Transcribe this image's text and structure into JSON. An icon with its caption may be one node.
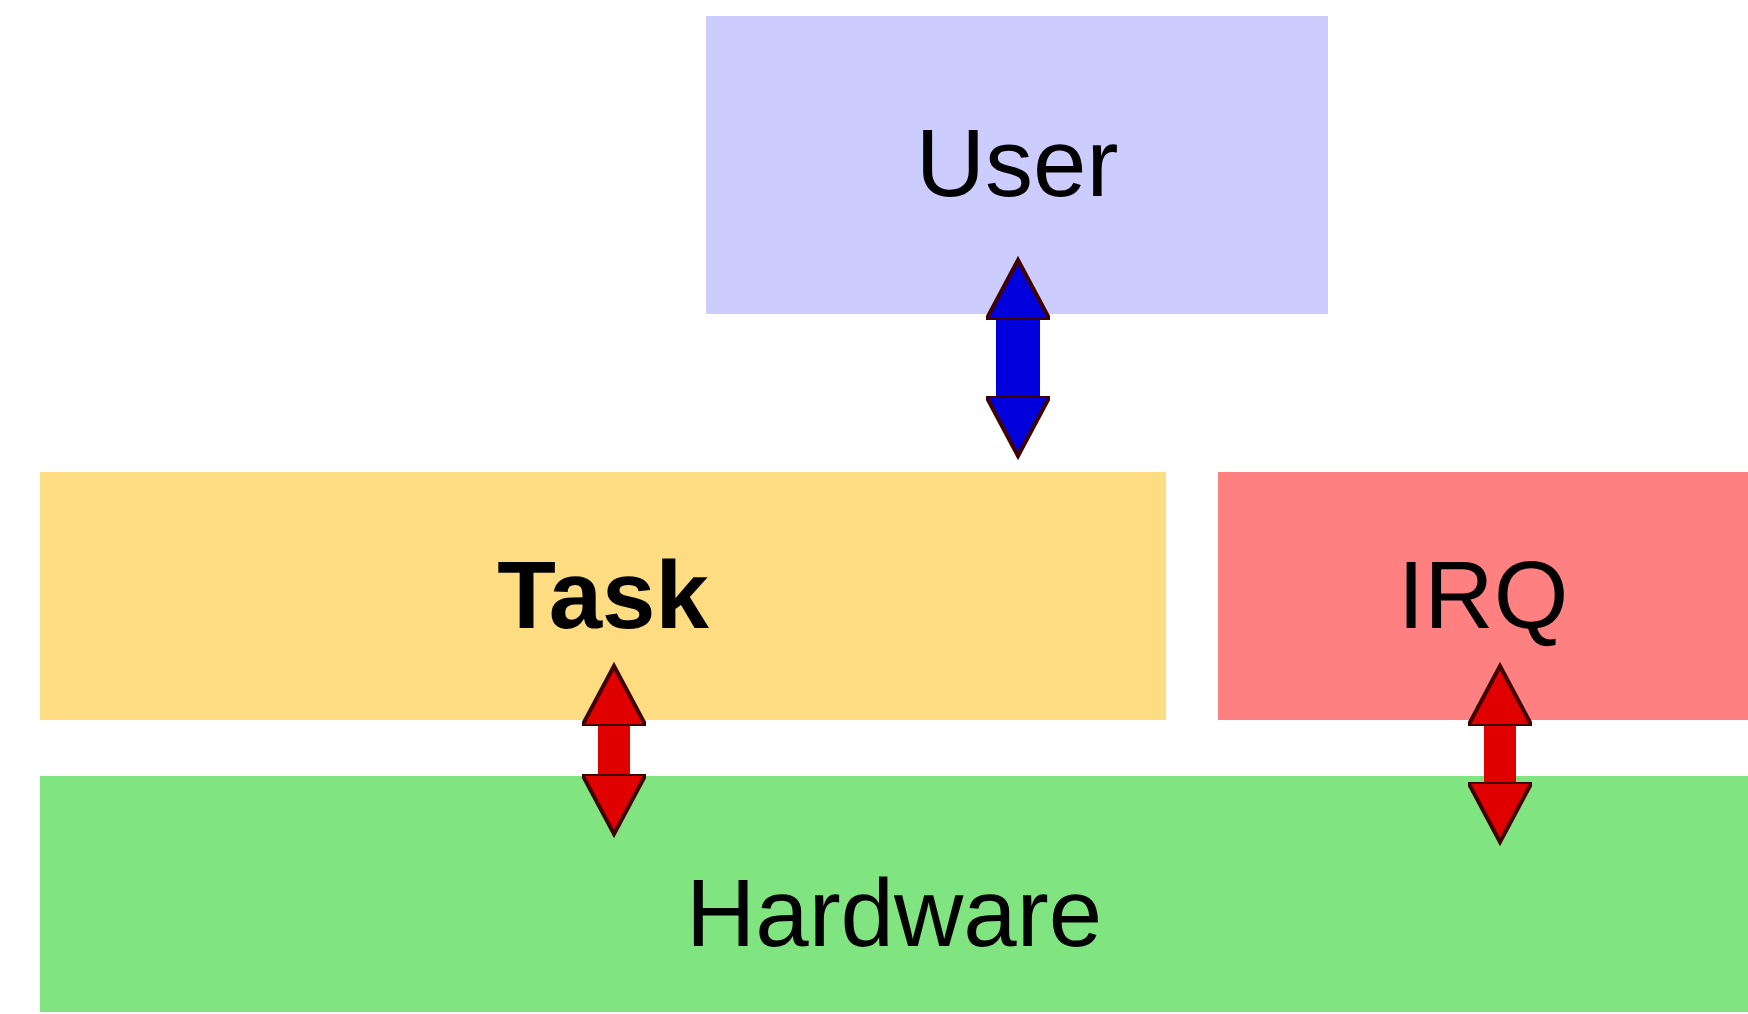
{
  "diagram": {
    "nodes": [
      {
        "text": [
          "User"
        ]
      },
      {
        "text": [
          "Task"
        ]
      },
      {
        "text": [
          "IRQ"
        ]
      },
      {
        "text": [
          "Hardware"
        ]
      }
    ],
    "edges": [
      {
        "from": 0,
        "to": 1,
        "arrow": "both",
        "color": "#0000dd"
      },
      {
        "from": 1,
        "to": 3,
        "arrow": "both"
      },
      {
        "from": 2,
        "to": 3,
        "arrow": "both"
      }
    ]
  }
}
